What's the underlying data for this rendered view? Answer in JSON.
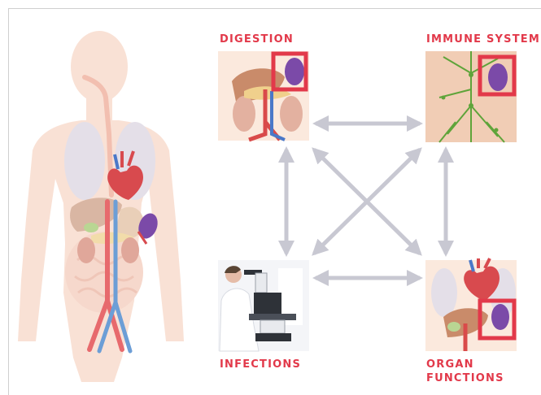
{
  "labels": {
    "digestion": "DIGESTION",
    "immune_system": "IMMUNE SYSTEM",
    "infections": "INFECTIONS",
    "organ_line1": "ORGAN",
    "organ_line2": "FUNCTIONS"
  },
  "colors": {
    "accent": "#e2394a",
    "arrow": "#c8c8d2",
    "body": "#f8ddd0",
    "artery": "#e0404a",
    "vein": "#4a78c8"
  }
}
